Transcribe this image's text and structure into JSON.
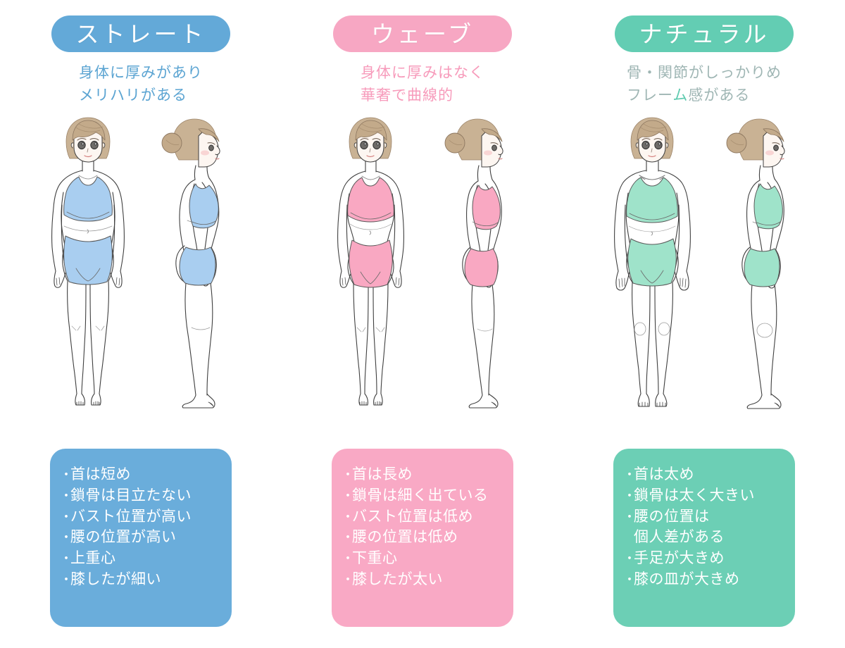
{
  "columns": [
    {
      "key": "straight",
      "badge": "ストレート",
      "badge_color": "#63a9d8",
      "subtitle_line1": "身体に厚みがあり",
      "subtitle_line2": "メリハリがある",
      "subtitle_color": "#5ba4d2",
      "outfit_color": "#a9cef0",
      "card_color": "#6aaddb",
      "bullets": [
        {
          "marker": "・",
          "text": "首は短め"
        },
        {
          "marker": "・",
          "text": "鎖骨は目立たない"
        },
        {
          "marker": "・",
          "text": "バスト位置が高い"
        },
        {
          "marker": "・",
          "text": "腰の位置が高い"
        },
        {
          "marker": "・",
          "text": "上重心"
        },
        {
          "marker": "・",
          "text": "膝したが細い"
        }
      ]
    },
    {
      "key": "wave",
      "badge": "ウェーブ",
      "badge_color": "#f7a7c3",
      "subtitle_line1": "身体に厚みはなく",
      "subtitle_line2": "華奢で曲線的",
      "subtitle_color": "#f79bbb",
      "outfit_color": "#f9a8c2",
      "card_color": "#f9a9c5",
      "bullets": [
        {
          "marker": "・",
          "text": "首は長め"
        },
        {
          "marker": "・",
          "text": "鎖骨は細く出ている"
        },
        {
          "marker": "・",
          "text": "バスト位置は低め"
        },
        {
          "marker": "・",
          "text": "腰の位置は低め"
        },
        {
          "marker": "・",
          "text": "下重心"
        },
        {
          "marker": "・",
          "text": "膝したが太い"
        }
      ]
    },
    {
      "key": "natural",
      "badge": "ナチュラル",
      "badge_color": "#63cdb3",
      "subtitle_line1": "骨・関節がしっかりめ",
      "subtitle_line2_a": "フレー",
      "subtitle_line2_b": "ム",
      "subtitle_line2_c": "感がある",
      "subtitle_color": "#9fb6b4",
      "outfit_color": "#9fe3ca",
      "card_color": "#6ccfb5",
      "bullets": [
        {
          "marker": "・",
          "text": "首は太め"
        },
        {
          "marker": "・",
          "text": "鎖骨は太く大きい"
        },
        {
          "marker": "・",
          "text": "腰の位置は"
        },
        {
          "marker": "",
          "text": "個人差がある"
        },
        {
          "marker": "・",
          "text": "手足が大きめ"
        },
        {
          "marker": "・",
          "text": "膝の皿が大きめ"
        }
      ]
    }
  ],
  "illustration": {
    "front_view_label": "front-view-figure",
    "side_view_label": "side-view-figure",
    "skin_line": "#3a3a3a",
    "hair_color": "#b8a084",
    "hair_light": "#d9c6ad"
  }
}
